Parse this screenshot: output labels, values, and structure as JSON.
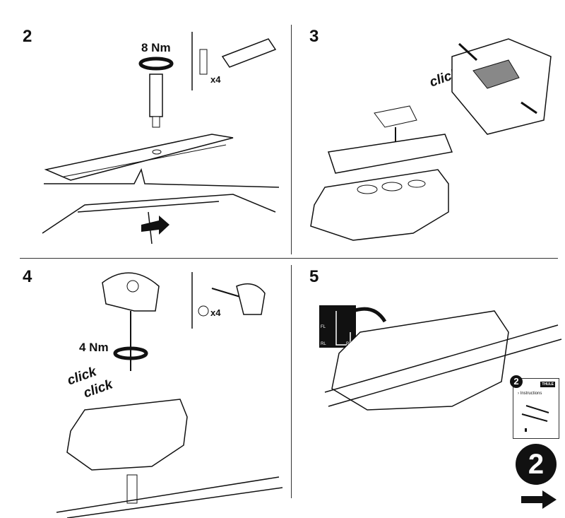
{
  "steps": [
    {
      "number": "2",
      "torque": "8 Nm",
      "quantity": "x4"
    },
    {
      "number": "3",
      "click": "click"
    },
    {
      "number": "4",
      "torque": "4 Nm",
      "quantity": "x4",
      "clicks": [
        "click",
        "click"
      ]
    },
    {
      "number": "5",
      "position_labels": [
        "FL",
        "RL",
        "RR"
      ]
    }
  ],
  "booklet": {
    "number": "2",
    "brand": "THULE",
    "title": "› Instructions"
  },
  "next_page": {
    "number": "2",
    "icon": "arrow-right-icon"
  }
}
